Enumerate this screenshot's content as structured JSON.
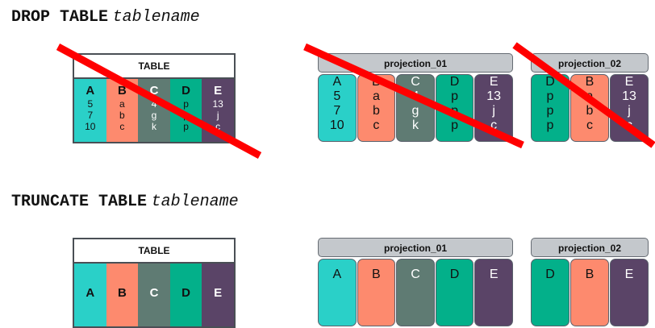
{
  "drop": {
    "keyword": "DROP TABLE",
    "argument": "tablename",
    "table_title": "TABLE",
    "projection_01_title": "projection_01",
    "projection_02_title": "projection_02"
  },
  "truncate": {
    "keyword": "TRUNCATE TABLE",
    "argument": "tablename",
    "table_title": "TABLE",
    "projection_01_title": "projection_01",
    "projection_02_title": "projection_02"
  },
  "columns": [
    {
      "letter": "A",
      "values": [
        "5",
        "7",
        "10"
      ],
      "color": "#2ad0c8"
    },
    {
      "letter": "B",
      "values": [
        "a",
        "b",
        "c"
      ],
      "color": "#fd8a6e"
    },
    {
      "letter": "C",
      "values": [
        "4",
        "g",
        "k"
      ],
      "color": "#5f7b73"
    },
    {
      "letter": "D",
      "values": [
        "p",
        "p",
        "p"
      ],
      "color": "#03b08a"
    },
    {
      "letter": "E",
      "values": [
        "13",
        "j",
        "c"
      ],
      "color": "#5a4467"
    }
  ],
  "projection_02_columns": [
    "D",
    "B",
    "E"
  ],
  "cross_color": "#ff0000"
}
